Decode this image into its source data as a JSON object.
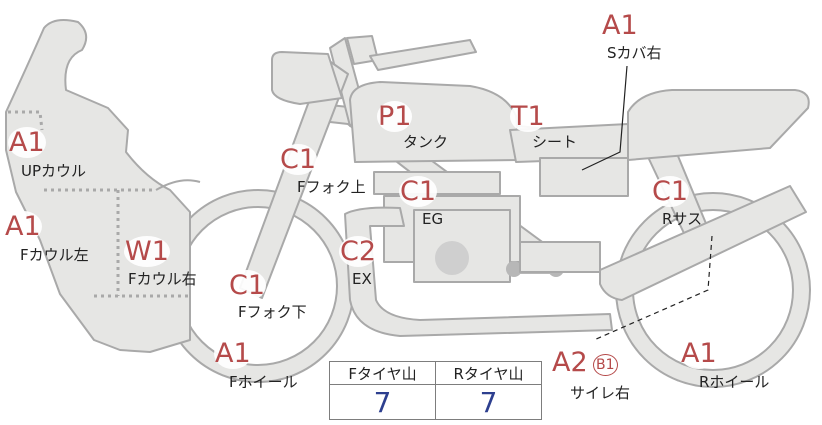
{
  "parts": [
    {
      "id": "s-cover-right",
      "grade": "A1",
      "label": "Sカバ右"
    },
    {
      "id": "tank",
      "grade": "P1",
      "label": "タンク"
    },
    {
      "id": "seat",
      "grade": "T1",
      "label": "シート"
    },
    {
      "id": "up-cowl",
      "grade": "A1",
      "label": "UPカウル"
    },
    {
      "id": "f-fork-upper",
      "grade": "C1",
      "label": "Fフォク上"
    },
    {
      "id": "engine",
      "grade": "C1",
      "label": "EG"
    },
    {
      "id": "r-suspension",
      "grade": "C1",
      "label": "Rサス"
    },
    {
      "id": "f-cowl-left",
      "grade": "A1",
      "label": "Fカウル左"
    },
    {
      "id": "f-cowl-right",
      "grade": "W1",
      "label": "Fカウル右"
    },
    {
      "id": "exhaust",
      "grade": "C2",
      "label": "EX"
    },
    {
      "id": "f-fork-lower",
      "grade": "C1",
      "label": "Fフォク下"
    },
    {
      "id": "f-wheel",
      "grade": "A1",
      "label": "Fホイール"
    },
    {
      "id": "muffler",
      "grade": "A2",
      "grade_extra": "B1",
      "label": "サイレ右"
    },
    {
      "id": "r-wheel",
      "grade": "A1",
      "label": "Rホイール"
    }
  ],
  "tires": {
    "front_header": "Fタイヤ山",
    "rear_header": "Rタイヤ山",
    "front_value": "7",
    "rear_value": "7"
  },
  "colors": {
    "part_fill": "#e6e6e4",
    "part_stroke": "#a9a9a9",
    "grade_text": "#b54a4a",
    "tire_value": "#2d3f8f"
  }
}
